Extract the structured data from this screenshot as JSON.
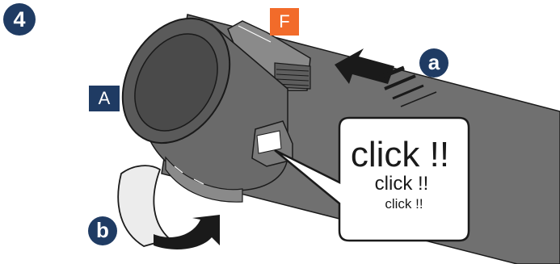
{
  "step": {
    "number": "4"
  },
  "labels": {
    "a_box": "A",
    "f_box": "F"
  },
  "actions": {
    "a": "a",
    "b": "b"
  },
  "speech_bubble": {
    "line1": "click !!",
    "line2": "click !!",
    "line3": "click !!"
  },
  "colors": {
    "navy": "#1f3b63",
    "orange": "#f26b2a",
    "tube": "#707070",
    "dark": "#1a1a1a"
  }
}
